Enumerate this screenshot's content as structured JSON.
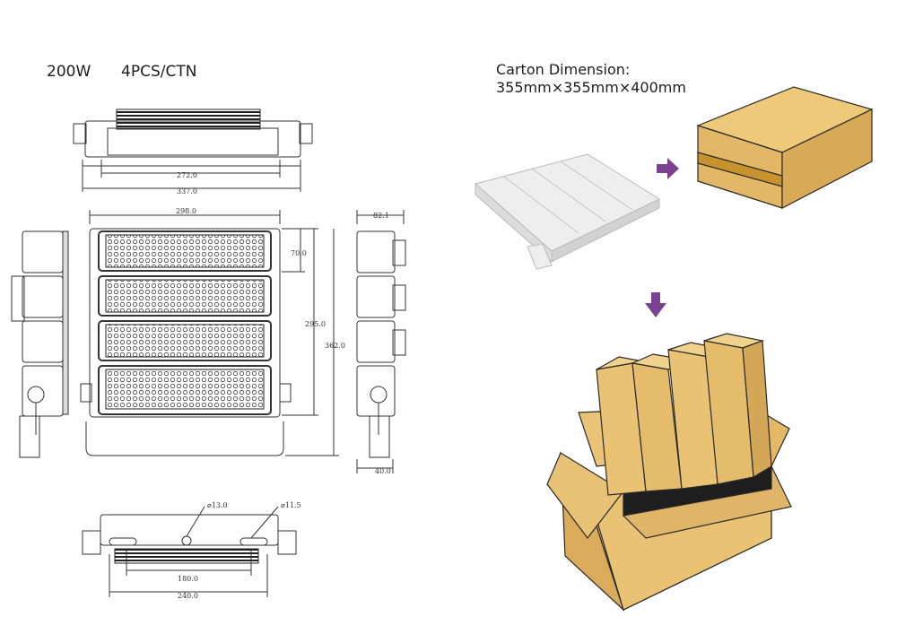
{
  "header": {
    "power": "200W",
    "packing": "4PCS/CTN"
  },
  "carton": {
    "label": "Carton Dimension:",
    "size": "355mm×355mm×400mm"
  },
  "dimensions": {
    "top_inner": "272.0",
    "top_outer": "337.0",
    "front_width": "298.0",
    "module_pitch": "70.0",
    "body_height": "295.0",
    "total_height": "362.0",
    "side_depth": "82.1",
    "side_base": "40.0",
    "hole_a": "⌀13.0",
    "hole_b": "⌀11.5",
    "bottom_inner": "180.0",
    "bottom_outer": "240.0"
  },
  "colors": {
    "cardboard": "#e7bd6a",
    "cardboard_dark": "#d4a657",
    "arrow": "#7a4290",
    "line": "#333333"
  }
}
